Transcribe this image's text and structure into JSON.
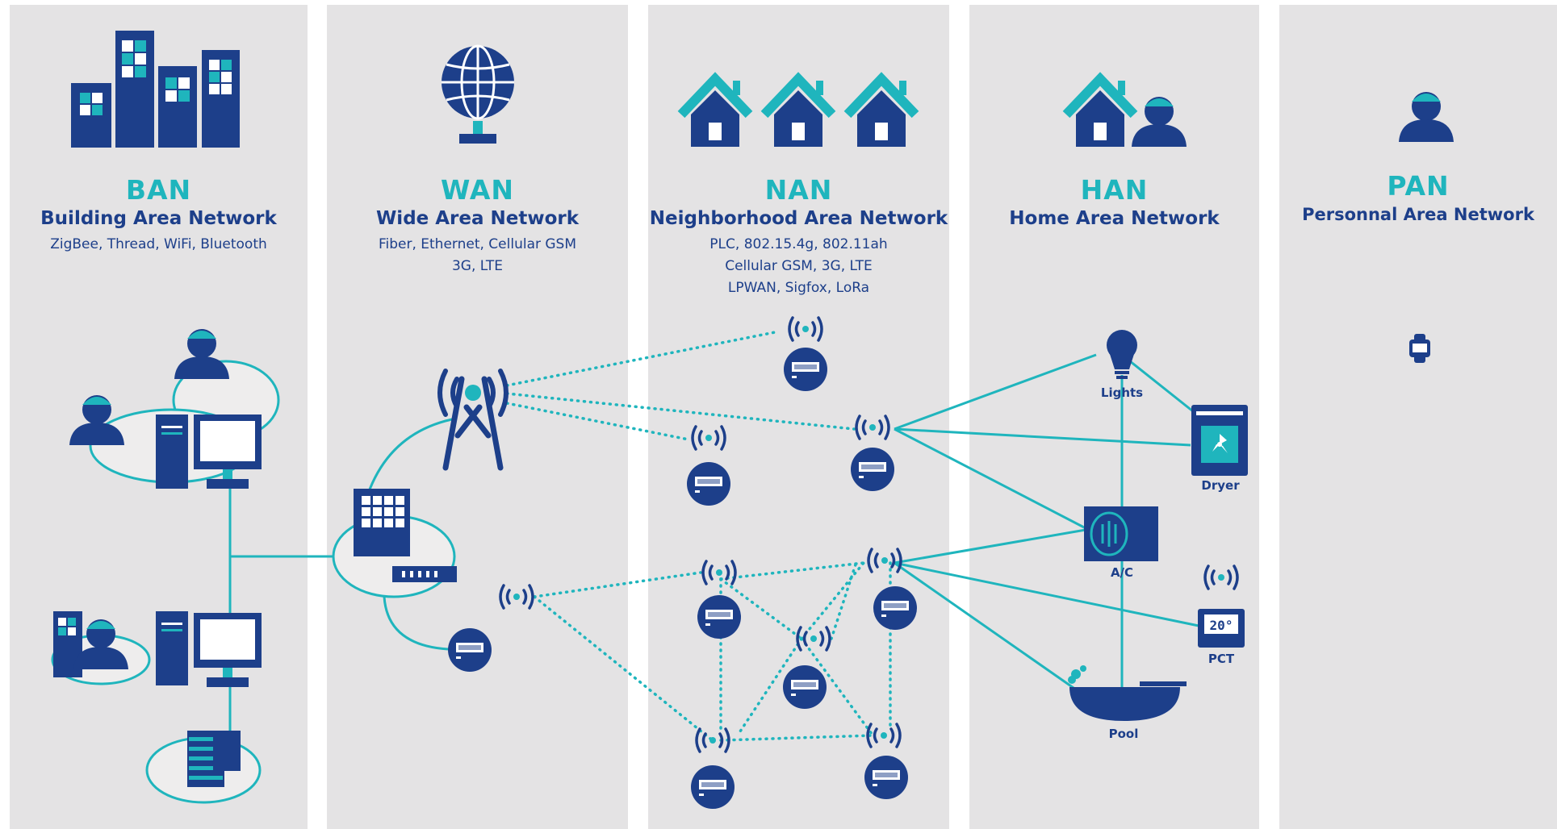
{
  "columns": [
    {
      "abbr": "BAN",
      "full": "Building Area Network",
      "tech": [
        "ZigBee, Thread, WiFi, Bluetooth"
      ]
    },
    {
      "abbr": "WAN",
      "full": "Wide Area Network",
      "tech": [
        "Fiber, Ethernet, Cellular GSM",
        "3G, LTE"
      ]
    },
    {
      "abbr": "NAN",
      "full": "Neighborhood Area Network",
      "tech": [
        "PLC, 802.15.4g, 802.11ah",
        "Cellular GSM, 3G, LTE",
        "LPWAN, Sigfox, LoRa"
      ]
    },
    {
      "abbr": "HAN",
      "full": "Home Area Network",
      "tech": []
    },
    {
      "abbr": "PAN",
      "full": "Personnal Area Network",
      "tech": []
    }
  ],
  "devices": {
    "lights": "Lights",
    "dryer": "Dryer",
    "ac": "A/C",
    "pct": "PCT",
    "pool": "Pool",
    "thermostat_display": "20°"
  },
  "colors": {
    "navy": "#1d3f8a",
    "teal": "#1fb5bd",
    "panel": "#e4e3e4",
    "bubble": "#eeeded"
  },
  "icons": [
    "buildings-icon",
    "globe-icon",
    "house-icon",
    "person-icon",
    "computer-icon",
    "server-icon",
    "router-icon",
    "cell-tower-icon",
    "smart-meter-icon",
    "wireless-signal-icon",
    "light-bulb-icon",
    "dryer-icon",
    "ac-unit-icon",
    "thermostat-icon",
    "pool-icon",
    "smartwatch-icon"
  ]
}
